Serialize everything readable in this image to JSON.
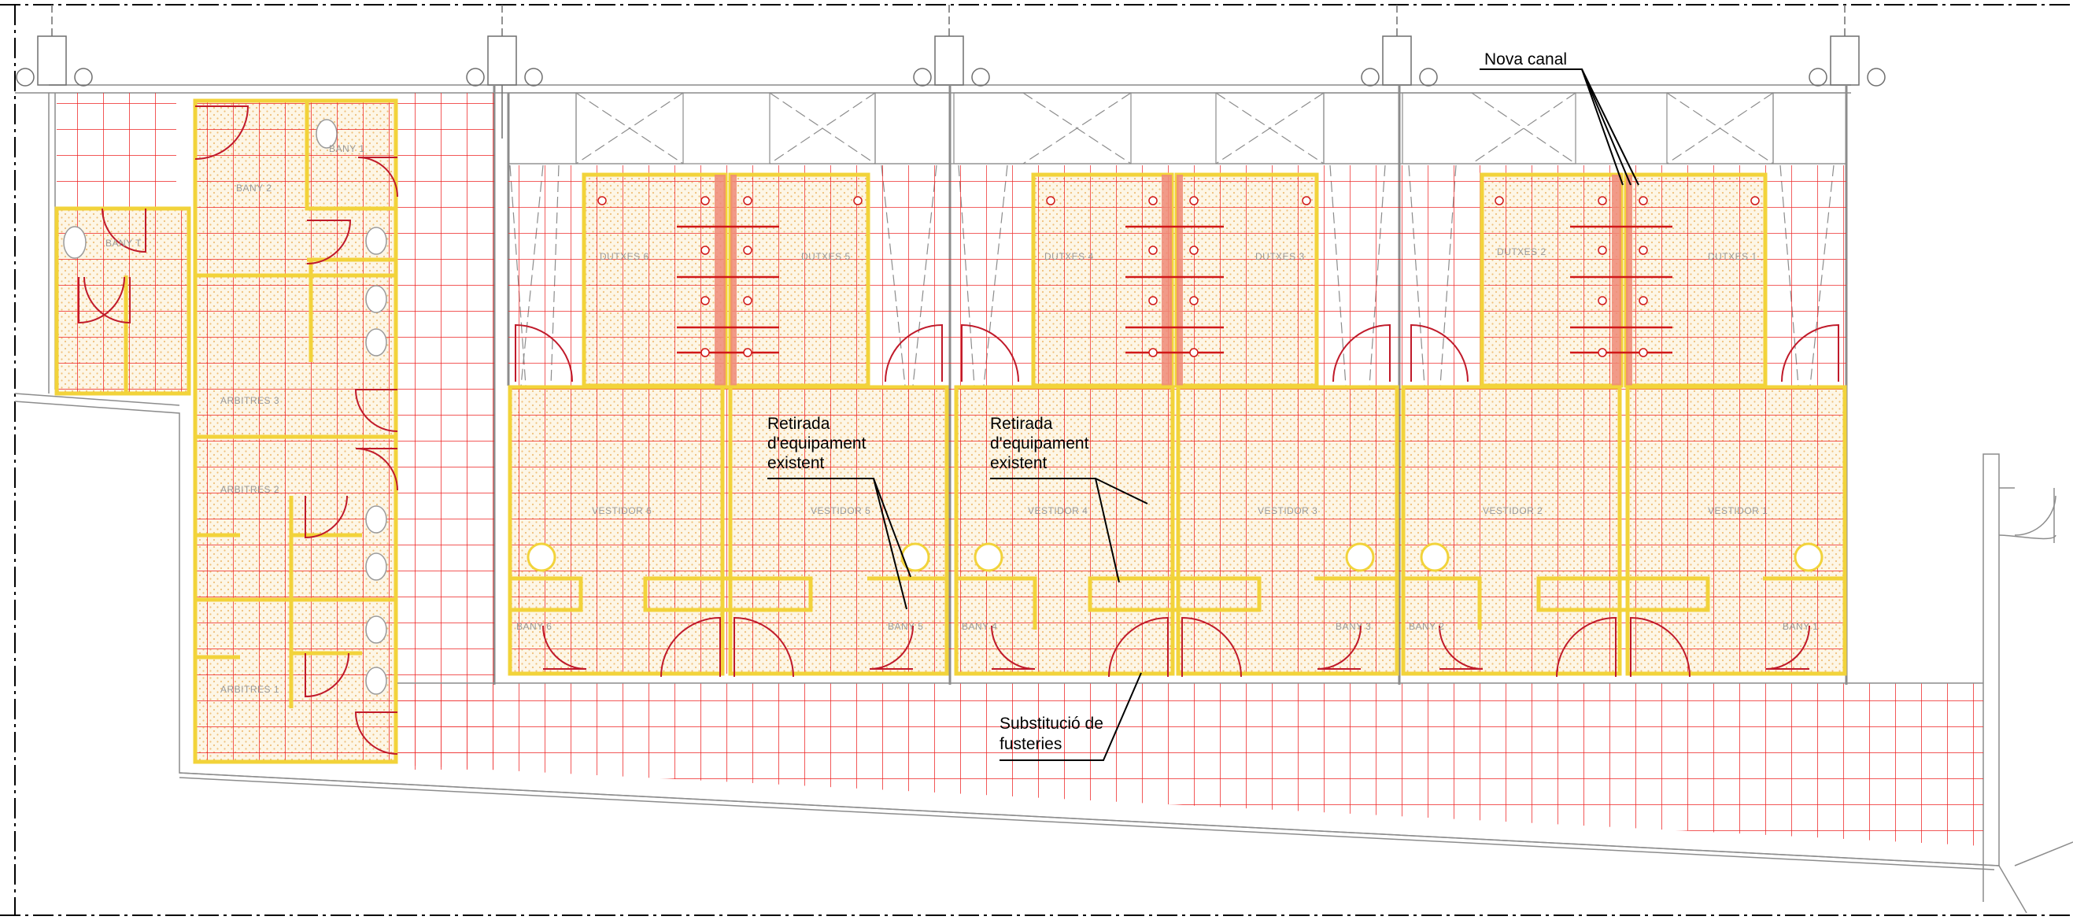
{
  "annotations": {
    "nova_canal": "Nova canal",
    "retirada_1": [
      "Retirada",
      "d'equipament",
      "existent"
    ],
    "retirada_2": [
      "Retirada",
      "d'equipament",
      "existent"
    ],
    "substitucio": [
      "Substitució de",
      "fusteries"
    ]
  },
  "rooms": {
    "bany_t": "BANY T",
    "bany_1_top": "BANY 1",
    "bany_2_top": "BANY 2",
    "arbitres_3": "ARBITRES 3",
    "arbitres_2": "ARBITRES 2",
    "arbitres_1": "ARBITRES 1",
    "dutxes": [
      "DUTXES 6",
      "DUTXES 5",
      "DUTXES 4",
      "DUTXES 3",
      "DUTXES 2",
      "DUTXES 1"
    ],
    "vestidors": [
      "VESTIDOR 6",
      "VESTIDOR 5",
      "VESTIDOR 4",
      "VESTIDOR 3",
      "VESTIDOR 2",
      "VESTIDOR 1"
    ],
    "banys": [
      "BANY 6",
      "BANY 5",
      "BANY 4",
      "BANY 3",
      "BANY 2",
      "BANY 1"
    ]
  },
  "colors": {
    "tile_grid": "#ee2222",
    "wall_finish": "#f2d33a",
    "fill_dots": "#f4c98a",
    "existing_walls": "#8c8c8c",
    "annotation": "#000000",
    "border": "#000000"
  }
}
